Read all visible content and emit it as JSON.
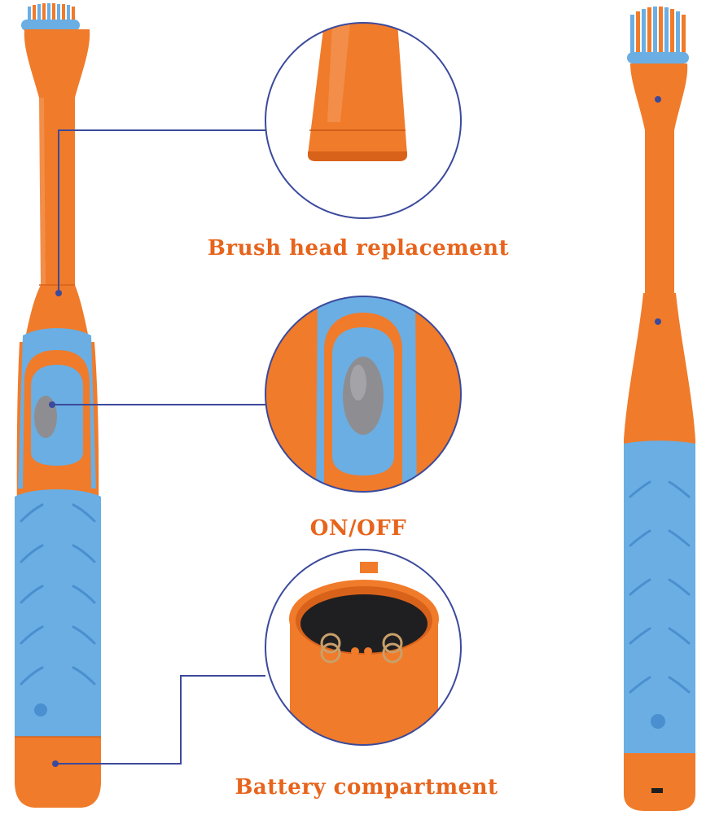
{
  "colors": {
    "orange": "#f07b2a",
    "orange_dark": "#d9621a",
    "orange_caption": "#e7641c",
    "blue": "#6aaee3",
    "blue_dark": "#4a8fcf",
    "callout_line": "#3b4a9c",
    "button_gray": "#8e8e92"
  },
  "callouts": [
    {
      "id": "brush-head",
      "label": "Brush head replacement"
    },
    {
      "id": "power",
      "label": "ON/OFF"
    },
    {
      "id": "battery",
      "label": "Battery compartment"
    }
  ]
}
